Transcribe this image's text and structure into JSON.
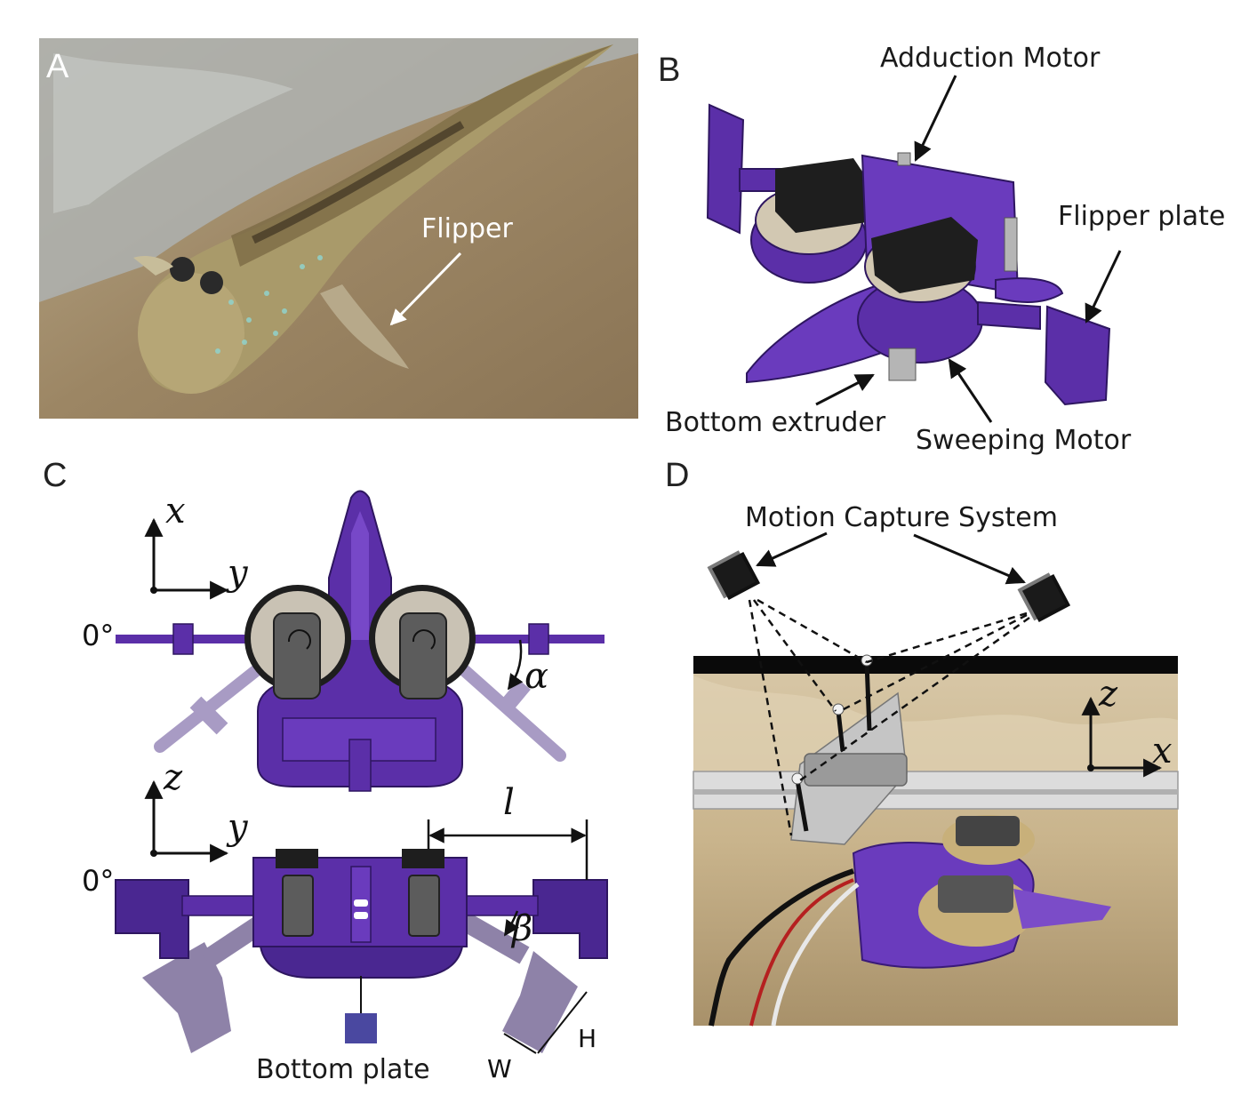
{
  "panels": {
    "a": {
      "letter": "A",
      "flipper_label": "Flipper"
    },
    "b": {
      "letter": "B",
      "adduction_motor": "Adduction Motor",
      "flipper_plate": "Flipper plate",
      "bottom_extruder": "Bottom extruder",
      "sweeping_motor": "Sweeping Motor"
    },
    "c": {
      "letter": "C",
      "axis_x": "x",
      "axis_y_top": "y",
      "axis_z": "z",
      "axis_y_bottom": "y",
      "zero_deg_top": "0°",
      "zero_deg_bottom": "0°",
      "alpha": "α",
      "beta": "β",
      "length": "l",
      "bottom_plate": "Bottom plate",
      "w_label": "W",
      "h_label": "H"
    },
    "d": {
      "letter": "D",
      "motion_capture": "Motion Capture System",
      "axis_z": "z",
      "axis_x": "x"
    }
  },
  "colors": {
    "robot_purple": "#5b2fa8",
    "robot_dark": "#3a1a78",
    "faded_purple": "#9a8ab8",
    "sand": "#b79c6e",
    "motor_black": "#1e1e1e",
    "disc_gray": "#c9c2b4"
  }
}
